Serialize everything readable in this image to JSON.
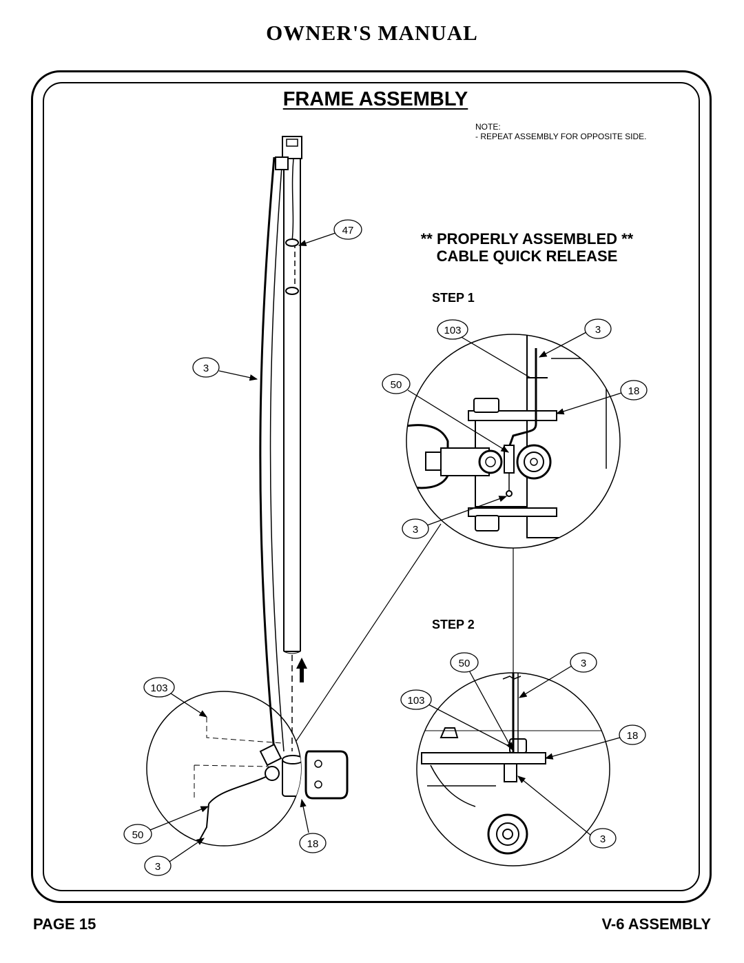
{
  "header": {
    "manual_title": "OWNER'S MANUAL"
  },
  "page": {
    "title": "FRAME ASSEMBLY",
    "note_heading": "NOTE:",
    "note_text": "-  REPEAT ASSEMBLY FOR OPPOSITE SIDE.",
    "properly_line1": "** PROPERLY ASSEMBLED **",
    "properly_line2": "CABLE QUICK RELEASE",
    "step1": "STEP 1",
    "step2": "STEP 2"
  },
  "callouts": {
    "main_47": "47",
    "main_3_mid": "3",
    "main_103": "103",
    "main_50": "50",
    "main_3_bottom": "3",
    "main_18": "18",
    "s1_103": "103",
    "s1_3_top": "3",
    "s1_50": "50",
    "s1_18": "18",
    "s1_3_bottom": "3",
    "s2_50": "50",
    "s2_3_top": "3",
    "s2_103": "103",
    "s2_18": "18",
    "s2_3_bottom": "3"
  },
  "footer": {
    "page_label": "PAGE 15",
    "section_label": "V-6 ASSEMBLY"
  }
}
